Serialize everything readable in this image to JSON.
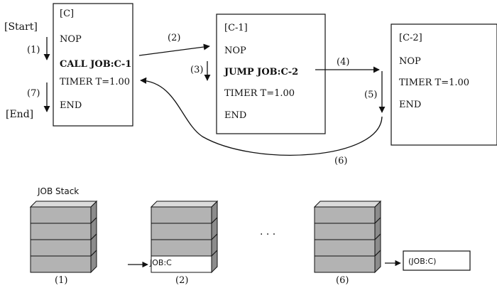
{
  "flow": {
    "start_label": "[Start]",
    "end_label": "[End]",
    "job_c": {
      "header": "[C]",
      "lines": [
        "NOP",
        "CALL JOB:C-1",
        "TIMER T=1.00",
        "END"
      ]
    },
    "job_c1": {
      "header": "[C-1]",
      "lines": [
        "NOP",
        "JUMP JOB:C-2",
        "TIMER T=1.00",
        "END"
      ]
    },
    "job_c2": {
      "header": "[C-2]",
      "lines": [
        "NOP",
        "TIMER T=1.00",
        "END"
      ]
    },
    "steps": {
      "s1": "(1)",
      "s2": "(2)",
      "s3": "(3)",
      "s4": "(4)",
      "s5": "(5)",
      "s6": "(6)",
      "s7": "(7)"
    }
  },
  "stack": {
    "title": "JOB Stack",
    "stack2_entry": "JOB:C",
    "stack6_entry": "(JOB:C)",
    "captions": [
      "(1)",
      "(2)",
      "(6)"
    ],
    "ellipsis": "· · ·"
  },
  "colors": {
    "layer_front": "#b3b3b3",
    "layer_top": "#dcdcdc",
    "layer_side": "#8c8c8c",
    "line": "#111111"
  }
}
